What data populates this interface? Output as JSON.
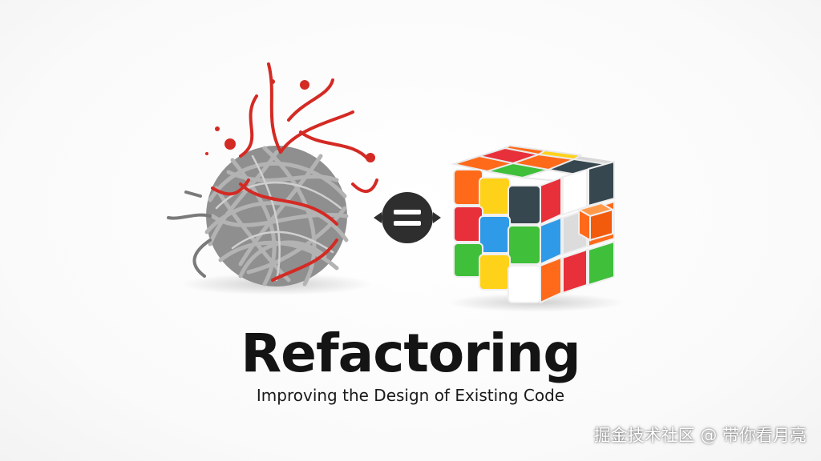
{
  "title": "Refactoring",
  "subtitle": "Improving the Design of Existing Code",
  "watermark": "掘金技术社区 @ 带你看月亮",
  "colors": {
    "tangle_gray": "#a9a9a9",
    "tangle_red": "#d42a24",
    "badge_dark": "#2e2e2e",
    "cube": [
      "#ff6a1a",
      "#ffd21a",
      "#2f9be8",
      "#3fbf3a",
      "#e8303a",
      "#ffffff",
      "#37474f"
    ]
  },
  "icons": {
    "badge": "equals-sign-icon",
    "left": "tangled-yarn-icon",
    "right": "rubiks-cube-icon"
  }
}
